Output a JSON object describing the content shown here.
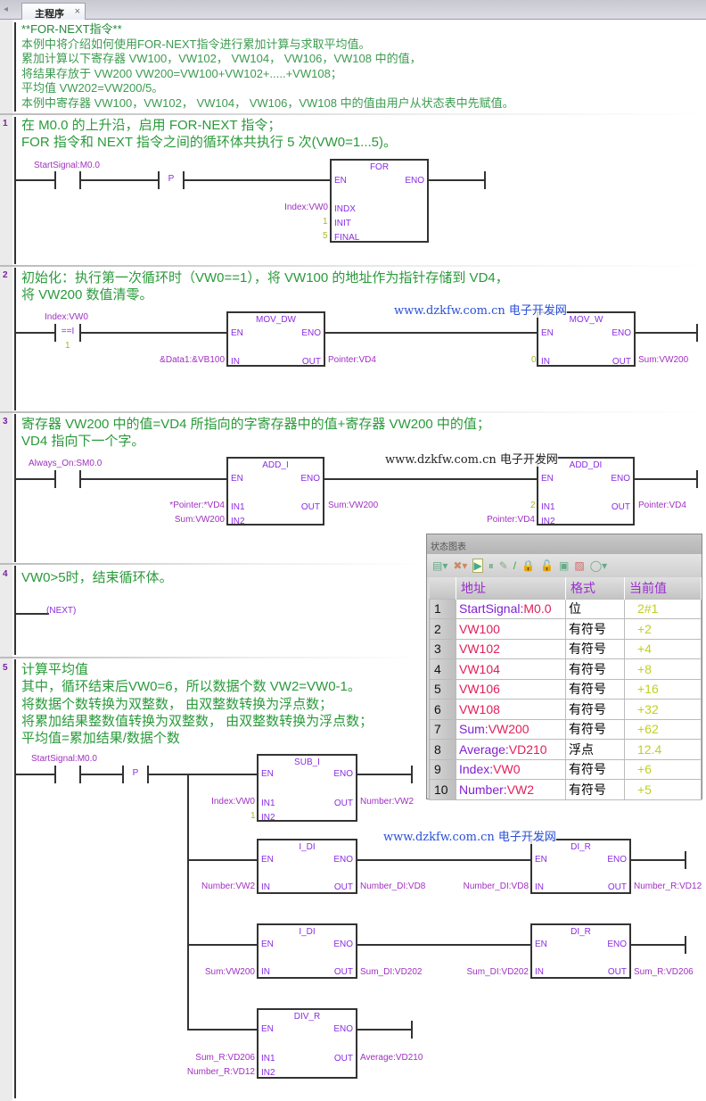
{
  "tab": {
    "label": "主程序",
    "close": "×"
  },
  "header_comment": [
    "**FOR-NEXT指令**",
    "本例中将介绍如何使用FOR-NEXT指令进行累加计算与求取平均值。",
    "累加计算以下寄存器 VW100，VW102， VW104， VW106，VW108 中的值，",
    "将结果存放于 VW200 VW200=VW100+VW102+.....+VW108；",
    "平均值 VW202=VW200/5。",
    "本例中寄存器 VW100，VW102， VW104， VW106，VW108 中的值由用户从状态表中先赋值。"
  ],
  "networks": [
    {
      "number": "1",
      "comment": [
        "在 M0.0 的上升沿，启用 FOR-NEXT 指令；",
        "FOR 指令和 NEXT 指令之间的循环体共执行 5 次(VW0=1...5)。"
      ],
      "contact": "StartSignal:M0.0",
      "p": "P",
      "box": {
        "title": "FOR",
        "en": "EN",
        "eno": "ENO",
        "pins": [
          "INDX",
          "INIT",
          "FINAL"
        ],
        "inputs": [
          "Index:VW0",
          "1",
          "5"
        ]
      }
    },
    {
      "number": "2",
      "comment": [
        "初始化：执行第一次循环时（VW0==1），将 VW100 的地址作为指针存储到 VD4，",
        "将 VW200 数值清零。"
      ],
      "contact": "Index:VW0",
      "compare": "==I",
      "compare_value": "1",
      "box1": {
        "title": "MOV_DW",
        "en": "EN",
        "eno": "ENO",
        "in": "IN",
        "out": "OUT",
        "input": "&Data1:&VB100",
        "output": "Pointer:VD4"
      },
      "box2": {
        "title": "MOV_W",
        "en": "EN",
        "eno": "ENO",
        "in": "IN",
        "out": "OUT",
        "input": "0",
        "output": "Sum:VW200"
      }
    },
    {
      "number": "3",
      "comment": [
        "寄存器 VW200 中的值=VD4 所指向的字寄存器中的值+寄存器 VW200 中的值；",
        "VD4 指向下一个字。"
      ],
      "contact": "Always_On:SM0.0",
      "box1": {
        "title": "ADD_I",
        "en": "EN",
        "eno": "ENO",
        "in1": "IN1",
        "in2": "IN2",
        "out": "OUT",
        "input1": "*Pointer:*VD4",
        "input2": "Sum:VW200",
        "output": "Sum:VW200"
      },
      "box2": {
        "title": "ADD_DI",
        "en": "EN",
        "eno": "ENO",
        "in1": "IN1",
        "in2": "IN2",
        "out": "OUT",
        "input1": "2",
        "input2": "Pointer:VD4",
        "output": "Pointer:VD4"
      }
    },
    {
      "number": "4",
      "comment": [
        "VW0>5时，结束循环体。"
      ],
      "coil": "NEXT"
    },
    {
      "number": "5",
      "comment": [
        "计算平均值",
        "其中，循环结束后VW0=6，所以数据个数 VW2=VW0-1。",
        "将数据个数转换为双整数， 由双整数转换为浮点数；",
        "将累加结果整数值转换为双整数， 由双整数转换为浮点数；",
        "平均值=累加结果/数据个数"
      ],
      "contact": "StartSignal:M0.0",
      "p": "P",
      "sub": {
        "title": "SUB_I",
        "en": "EN",
        "eno": "ENO",
        "in1": "IN1",
        "in2": "IN2",
        "out": "OUT",
        "input1": "Index:VW0",
        "input2": "1",
        "output": "Number:VW2"
      },
      "idi1": {
        "title": "I_DI",
        "en": "EN",
        "eno": "ENO",
        "in": "IN",
        "out": "OUT",
        "input": "Number:VW2",
        "output": "Number_DI:VD8"
      },
      "dir1": {
        "title": "DI_R",
        "en": "EN",
        "eno": "ENO",
        "in": "IN",
        "out": "OUT",
        "input": "Number_DI:VD8",
        "output": "Number_R:VD12"
      },
      "idi2": {
        "title": "I_DI",
        "en": "EN",
        "eno": "ENO",
        "in": "IN",
        "out": "OUT",
        "input": "Sum:VW200",
        "output": "Sum_DI:VD202"
      },
      "dir2": {
        "title": "DI_R",
        "en": "EN",
        "eno": "ENO",
        "in": "IN",
        "out": "OUT",
        "input": "Sum_DI:VD202",
        "output": "Sum_R:VD206"
      },
      "div": {
        "title": "DIV_R",
        "en": "EN",
        "eno": "ENO",
        "in1": "IN1",
        "in2": "IN2",
        "out": "OUT",
        "input1": "Sum_R:VD206",
        "input2": "Number_R:VD12",
        "output": "Average:VD210"
      }
    }
  ],
  "watermark": "www.dzkfw.com.cn 电子开发网",
  "status_table": {
    "title": "状态图表",
    "headers": [
      "地址",
      "格式",
      "当前值"
    ],
    "rows": [
      {
        "n": "1",
        "sym": "StartSignal:",
        "addr": "M0.0",
        "fmt": "位",
        "val": "2#1"
      },
      {
        "n": "2",
        "sym": "",
        "addr": "VW100",
        "fmt": "有符号",
        "val": "+2"
      },
      {
        "n": "3",
        "sym": "",
        "addr": "VW102",
        "fmt": "有符号",
        "val": "+4"
      },
      {
        "n": "4",
        "sym": "",
        "addr": "VW104",
        "fmt": "有符号",
        "val": "+8"
      },
      {
        "n": "5",
        "sym": "",
        "addr": "VW106",
        "fmt": "有符号",
        "val": "+16"
      },
      {
        "n": "6",
        "sym": "",
        "addr": "VW108",
        "fmt": "有符号",
        "val": "+32"
      },
      {
        "n": "7",
        "sym": "Sum:",
        "addr": "VW200",
        "fmt": "有符号",
        "val": "+62"
      },
      {
        "n": "8",
        "sym": "Average:",
        "addr": "VD210",
        "fmt": "浮点",
        "val": "12.4"
      },
      {
        "n": "9",
        "sym": "Index:",
        "addr": "VW0",
        "fmt": "有符号",
        "val": "+6"
      },
      {
        "n": "10",
        "sym": "Number:",
        "addr": "VW2",
        "fmt": "有符号",
        "val": "+5"
      }
    ]
  }
}
